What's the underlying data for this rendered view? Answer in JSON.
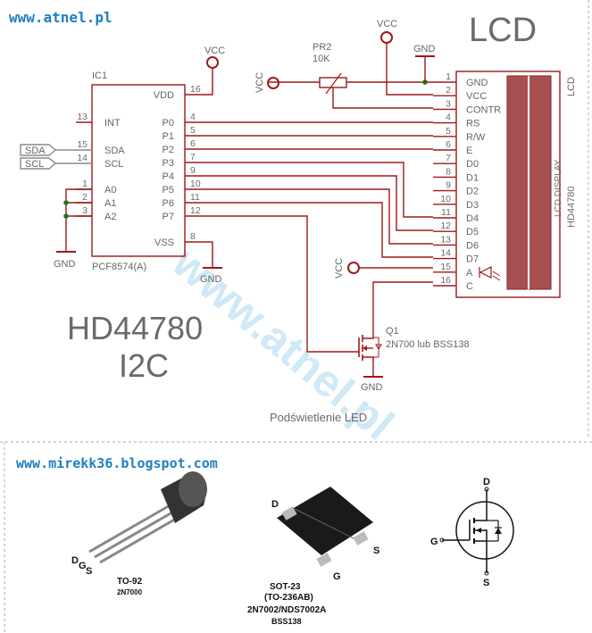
{
  "texts": {
    "url_top": "www.atnel.pl",
    "url_bottom": "www.mirekk36.blogspot.com",
    "watermark": "www.atnel.pl",
    "lcd_title": "LCD",
    "hd44780": "HD44780",
    "i2c": "I2C",
    "ic1": "IC1",
    "ic1_part": "PCF8574(A)",
    "vcc": "VCC",
    "gnd": "GND",
    "pr2": "PR2",
    "pr2_value": "10K",
    "q1": "Q1",
    "q1_part": "2N700 lub BSS138",
    "backlight_label": "Podświetlenie LED",
    "lcd_display": "LCD DISPLAY",
    "lcd_side": "LCD",
    "lcd_model": "HD44780",
    "sda": "SDA",
    "scl": "SCL",
    "to92": "TO-92",
    "to92_part": "2N7000",
    "sot23": "SOT-23",
    "sot23_alt": "(TO-236AB)",
    "sot23_part": "2N7002/NDS7002A",
    "sot23_bss": "BSS138",
    "d": "D",
    "g": "G",
    "s": "S"
  },
  "ic_left_pins": [
    {
      "num": "13",
      "name": "INT"
    },
    {
      "num": "15",
      "name": "SDA"
    },
    {
      "num": "14",
      "name": "SCL"
    },
    {
      "num": "1",
      "name": "A0"
    },
    {
      "num": "2",
      "name": "A1"
    },
    {
      "num": "3",
      "name": "A2"
    }
  ],
  "ic_right_pins": [
    {
      "num": "16",
      "name": "VDD"
    },
    {
      "num": "4",
      "name": "P0"
    },
    {
      "num": "5",
      "name": "P1"
    },
    {
      "num": "6",
      "name": "P2"
    },
    {
      "num": "7",
      "name": "P3"
    },
    {
      "num": "9",
      "name": "P4"
    },
    {
      "num": "10",
      "name": "P5"
    },
    {
      "num": "11",
      "name": "P6"
    },
    {
      "num": "12",
      "name": "P7"
    },
    {
      "num": "8",
      "name": "VSS"
    }
  ],
  "lcd_pins": [
    {
      "num": "1",
      "name": "GND"
    },
    {
      "num": "2",
      "name": "VCC"
    },
    {
      "num": "3",
      "name": "CONTR"
    },
    {
      "num": "4",
      "name": "RS"
    },
    {
      "num": "5",
      "name": "R/W"
    },
    {
      "num": "6",
      "name": "E"
    },
    {
      "num": "7",
      "name": "D0"
    },
    {
      "num": "8",
      "name": "D1"
    },
    {
      "num": "9",
      "name": "D2"
    },
    {
      "num": "10",
      "name": "D3"
    },
    {
      "num": "11",
      "name": "D4"
    },
    {
      "num": "12",
      "name": "D5"
    },
    {
      "num": "13",
      "name": "D6"
    },
    {
      "num": "14",
      "name": "D7"
    },
    {
      "num": "15",
      "name": "A"
    },
    {
      "num": "16",
      "name": "C"
    }
  ]
}
